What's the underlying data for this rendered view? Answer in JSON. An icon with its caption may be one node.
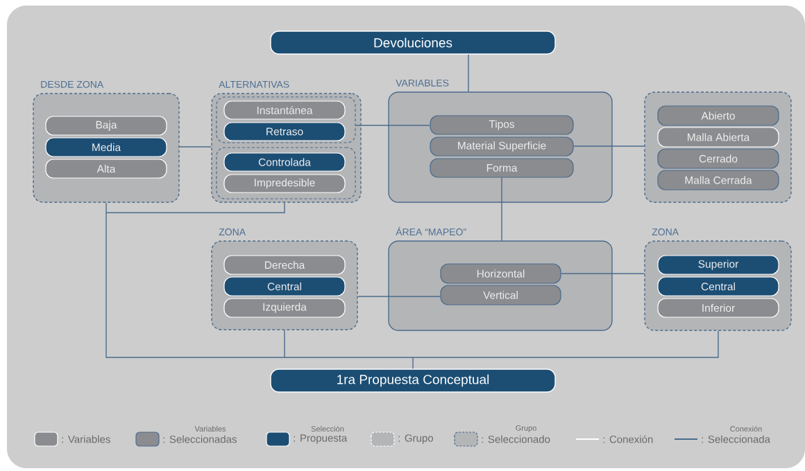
{
  "diagram": {
    "nodes": [
      {
        "text": [
          "Devoluciones"
        ]
      },
      {
        "text": [
          "DESDE ZONA"
        ]
      },
      {
        "text": [
          "Baja"
        ],
        "in": 1
      },
      {
        "text": [
          "Media"
        ],
        "in": 1
      },
      {
        "text": [
          "Alta"
        ],
        "in": 1
      },
      {
        "text": [
          "ALTERNATIVAS"
        ]
      },
      {
        "text": [],
        "shape": "box",
        "in": 5
      },
      {
        "text": [
          "Instantánea"
        ],
        "in": 6
      },
      {
        "text": [
          "Retraso"
        ],
        "in": 6
      },
      {
        "text": [],
        "shape": "box",
        "in": 5
      },
      {
        "text": [
          "Controlada"
        ],
        "in": 9
      },
      {
        "text": [
          "Impredesible"
        ],
        "in": 9
      },
      {
        "text": [
          "VARIABLES"
        ]
      },
      {
        "text": [
          "Tipos"
        ],
        "in": 12
      },
      {
        "text": [
          "Material Superficie"
        ],
        "in": 12
      },
      {
        "text": [
          "Forma"
        ],
        "in": 12
      },
      {
        "text": [],
        "shape": "box"
      },
      {
        "text": [
          "Abierto"
        ],
        "in": 16
      },
      {
        "text": [
          "Malla Abierta"
        ],
        "in": 16
      },
      {
        "text": [
          "Cerrado"
        ],
        "in": 16
      },
      {
        "text": [
          "Malla Cerrada"
        ],
        "in": 16
      },
      {
        "text": [
          "ZONA"
        ]
      },
      {
        "text": [
          "Derecha"
        ],
        "in": 21
      },
      {
        "text": [
          "Central"
        ],
        "in": 21
      },
      {
        "text": [
          "Izquierda"
        ],
        "in": 21
      },
      {
        "text": [
          "ÁREA “MAPEO”"
        ]
      },
      {
        "text": [
          "Horizontal"
        ],
        "in": 25
      },
      {
        "text": [
          "Vertical"
        ],
        "in": 25
      },
      {
        "text": [
          "ZONA"
        ]
      },
      {
        "text": [
          "Superior"
        ],
        "in": 28
      },
      {
        "text": [
          "Central"
        ],
        "in": 28
      },
      {
        "text": [
          "Inferior"
        ],
        "in": 28
      },
      {
        "text": [
          "1ra Propuesta Conceptual"
        ]
      }
    ],
    "edges": [
      {
        "from": 0,
        "to": 12,
        "arrow": "none"
      },
      {
        "from": 1,
        "to": 5,
        "arrow": "none"
      },
      {
        "from": 6,
        "to": 13,
        "arrow": "none"
      },
      {
        "from": 14,
        "to": 16,
        "arrow": "none"
      },
      {
        "from": 15,
        "to": 25,
        "arrow": "none"
      },
      {
        "from": 21,
        "to": 27,
        "arrow": "none"
      },
      {
        "from": 26,
        "to": 28,
        "arrow": "none"
      },
      {
        "from": 1,
        "to": 32,
        "arrow": "none"
      },
      {
        "from": 5,
        "to": 32,
        "arrow": "none"
      },
      {
        "from": 21,
        "to": 32,
        "arrow": "none"
      },
      {
        "from": 28,
        "to": 32,
        "arrow": "none"
      }
    ],
    "labels": [
      "Variables",
      "Selección",
      "Grupo",
      "Conexión"
    ],
    "legend": [
      {
        "text": ": Variables",
        "color": "#8b8c8f"
      },
      {
        "text": ": Seleccionadas",
        "color": "#8b8c8f"
      },
      {
        "text": ": Propuesta",
        "color": "#1c4e74"
      },
      {
        "text": ": Grupo",
        "color": "#b4b5b7"
      },
      {
        "text": ": Seleccionado",
        "color": "#b4b5b7"
      },
      {
        "text": ": Conexión"
      },
      {
        "text": ": Seleccionada"
      }
    ]
  }
}
